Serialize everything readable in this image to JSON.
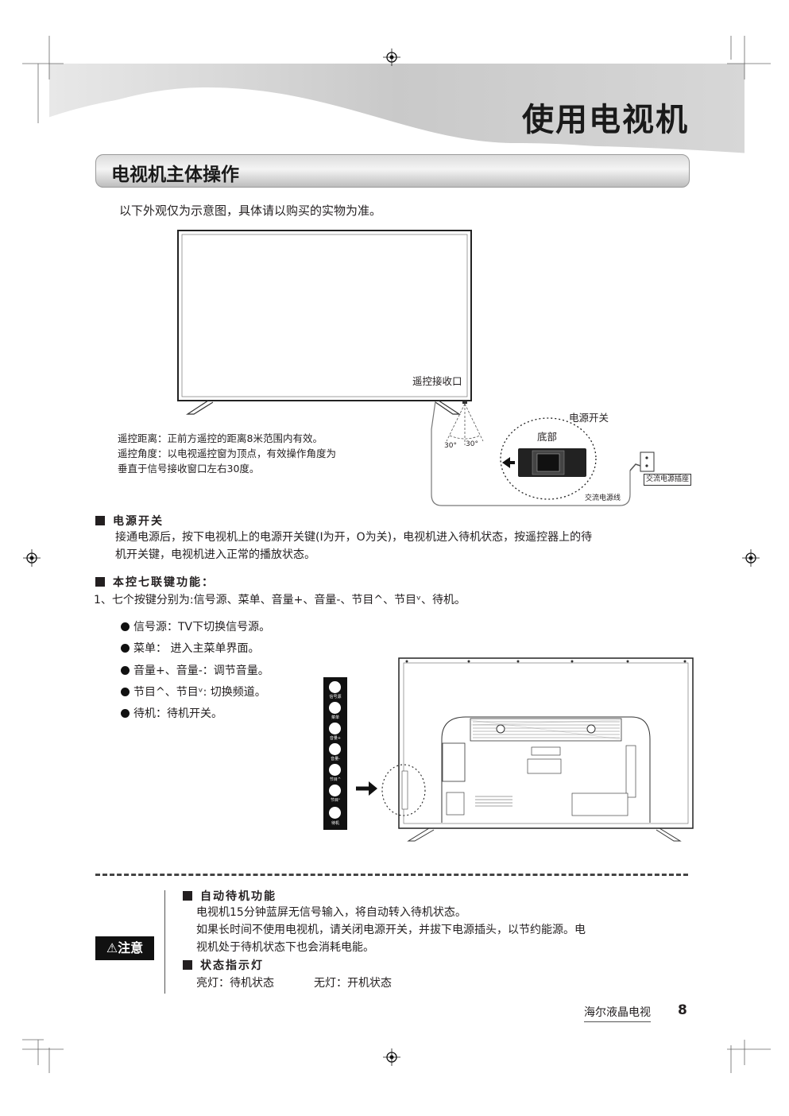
{
  "header": {
    "title": "使用电视机"
  },
  "section": {
    "title": "电视机主体操作"
  },
  "intro": "以下外观仅为示意图，具体请以购买的实物为准。",
  "tv_front": {
    "receiver_label": "遥控接收口",
    "remote_distance": "遥控距离：正前方遥控的距离8米范围内有效。",
    "remote_angle_1": "遥控角度：以电视遥控窗为顶点，有效操作角度为",
    "remote_angle_2": "垂直于信号接收窗口左右30度。",
    "angle_left": "30°",
    "angle_right": "30°",
    "bottom_label": "底部",
    "power_switch_label": "电源开关",
    "ac_cord_label": "交流电源线",
    "ac_socket_label": "交流电源插座"
  },
  "power_section": {
    "heading": "电源开关",
    "body_1": "接通电源后，按下电视机上的电源开关键(I为开，O为关)，电视机进入待机状态，按遥控器上的待",
    "body_2": "机开关键，电视机进入正常的播放状态。"
  },
  "keys_section": {
    "heading": "本控七联键功能：",
    "line_1": "1、七个按键分别为:信号源、菜单、音量+、音量-、节目^、节目ᵛ、待机。",
    "items": [
      "信号源：TV下切换信号源。",
      "菜单： 进入主菜单界面。",
      "音量+、音量-：调节音量。",
      "节目^、节目ᵛ: 切换频道。",
      "待机：待机开关。"
    ],
    "strip_labels": [
      "信号源",
      "菜单",
      "音量+",
      "音量-",
      "节目^",
      "节目ᵛ",
      "待机"
    ]
  },
  "note": {
    "badge": "注意",
    "auto_standby_heading": "自动待机功能",
    "auto_standby_1": "电视机15分钟蓝屏无信号输入，将自动转入待机状态。",
    "auto_standby_2": "如果长时间不使用电视机，请关闭电源开关，并拔下电源插头，以节约能源。电",
    "auto_standby_3": "视机处于待机状态下也会消耗电能。",
    "indicator_heading": "状态指示灯",
    "indicator_on": "亮灯：待机状态",
    "indicator_off": "无灯：开机状态"
  },
  "footer": {
    "brand": "海尔液晶电视",
    "page": "8"
  }
}
